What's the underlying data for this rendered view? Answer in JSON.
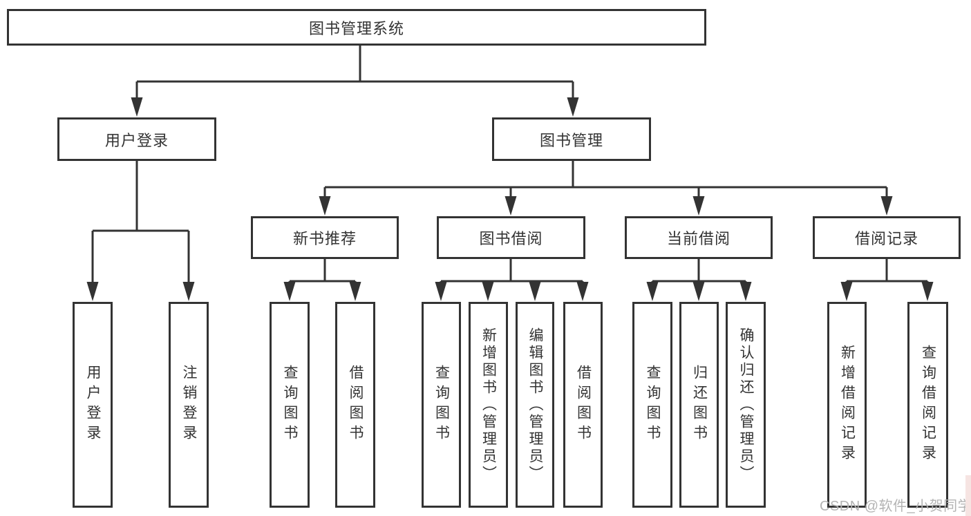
{
  "diagram": {
    "root_label": "图书管理系统",
    "login": {
      "label": "用户登录",
      "children": [
        "用户登录",
        "注销登录"
      ]
    },
    "mgmt": {
      "label": "图书管理",
      "sections": [
        {
          "label": "新书推荐",
          "children": [
            "查询图书",
            "借阅图书"
          ]
        },
        {
          "label": "图书借阅",
          "children": [
            "查询图书",
            "新增图书（管理员）",
            "编辑图书（管理员）",
            "借阅图书"
          ]
        },
        {
          "label": "当前借阅",
          "children": [
            "查询图书",
            "归还图书",
            "确认归还（管理员）"
          ]
        },
        {
          "label": "借阅记录",
          "children": [
            "新增借阅记录",
            "查询借阅记录"
          ]
        }
      ]
    }
  },
  "watermark": "CSDN @软件_小贺同学",
  "colors": {
    "line": "#333333",
    "text": "#333333",
    "watermark": "#b3b3b3",
    "background": "#ffffff"
  }
}
